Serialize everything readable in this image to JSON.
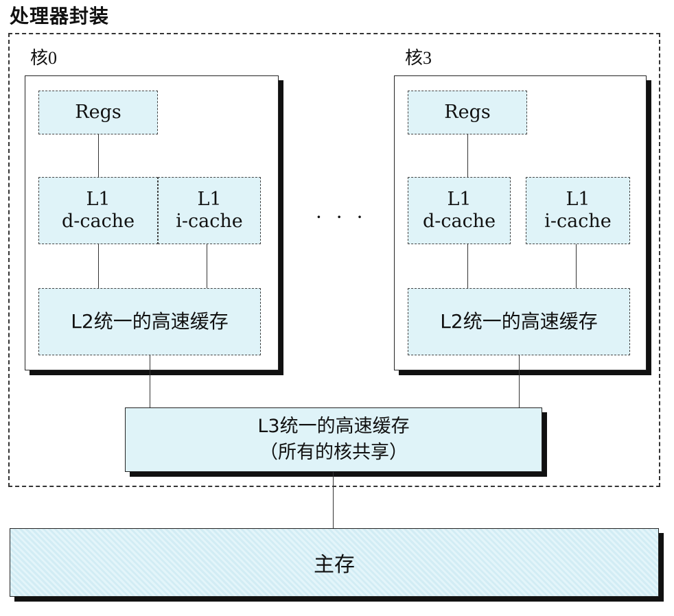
{
  "package_label": "处理器封装",
  "cores": [
    {
      "label": "核0",
      "regs": "Regs",
      "l1d": [
        "L1",
        "d-cache"
      ],
      "l1i": [
        "L1",
        "i-cache"
      ],
      "l2": "L2统一的高速缓存"
    },
    {
      "label": "核3",
      "regs": "Regs",
      "l1d": [
        "L1",
        "d-cache"
      ],
      "l1i": [
        "L1",
        "i-cache"
      ],
      "l2": "L2统一的高速缓存"
    }
  ],
  "ellipsis": "· · ·",
  "l3": {
    "line1": "L3统一的高速缓存",
    "line2": "（所有的核共享）"
  },
  "main_memory": "主存",
  "colors": {
    "cache_fill": "#dff3f8",
    "memory_fill": "#d2ecf4",
    "stroke": "#222222"
  }
}
